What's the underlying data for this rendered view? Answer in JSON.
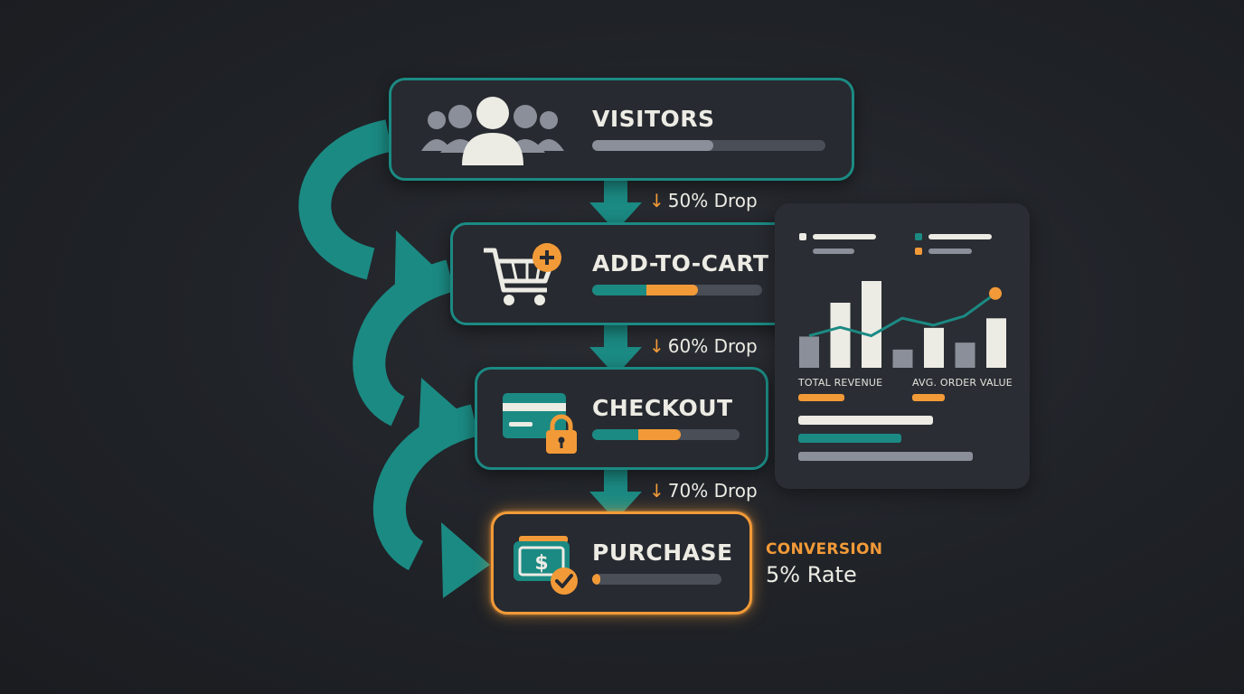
{
  "colors": {
    "teal": "#1b8a83",
    "orange": "#f29a38",
    "cream": "#ecebe4",
    "gray": "#8a8f99",
    "track": "#4a4e57",
    "card": "#272a30",
    "background": "#1f2227"
  },
  "funnel": {
    "stages": [
      {
        "label": "VISITORS",
        "icon": "users-icon",
        "progress_primary": 0.52,
        "progress_secondary": 0
      },
      {
        "label": "ADD-TO-CART",
        "icon": "cart-plus-icon",
        "progress_primary": 0.32,
        "progress_secondary": 0.3
      },
      {
        "label": "CHECKOUT",
        "icon": "credit-card-lock-icon",
        "progress_primary": 0.31,
        "progress_secondary": 0.29
      },
      {
        "label": "PURCHASE",
        "icon": "cash-check-icon",
        "progress_primary": 0.06,
        "progress_secondary": 0
      }
    ],
    "drops": [
      {
        "arrow": "↓",
        "text": "50% Drop"
      },
      {
        "arrow": "↓",
        "text": "60% Drop"
      },
      {
        "arrow": "↓",
        "text": "70% Drop"
      }
    ],
    "conversion": {
      "title": "CONVERSION",
      "value": "5% Rate"
    }
  },
  "dashboard": {
    "kpis": [
      {
        "label": "TOTAL REVENUE"
      },
      {
        "label": "AVG. ORDER VALUE"
      }
    ],
    "bars": [
      {
        "value": 0.36,
        "color": "#8a8f99"
      },
      {
        "value": 0.75,
        "color": "#ecebe4"
      },
      {
        "value": 1.0,
        "color": "#ecebe4"
      },
      {
        "value": 0.21,
        "color": "#8a8f99"
      },
      {
        "value": 0.46,
        "color": "#ecebe4"
      },
      {
        "value": 0.29,
        "color": "#8a8f99"
      },
      {
        "value": 0.57,
        "color": "#ecebe4"
      }
    ],
    "trend": [
      0.3,
      0.42,
      0.3,
      0.55,
      0.45,
      0.58,
      0.9
    ]
  }
}
